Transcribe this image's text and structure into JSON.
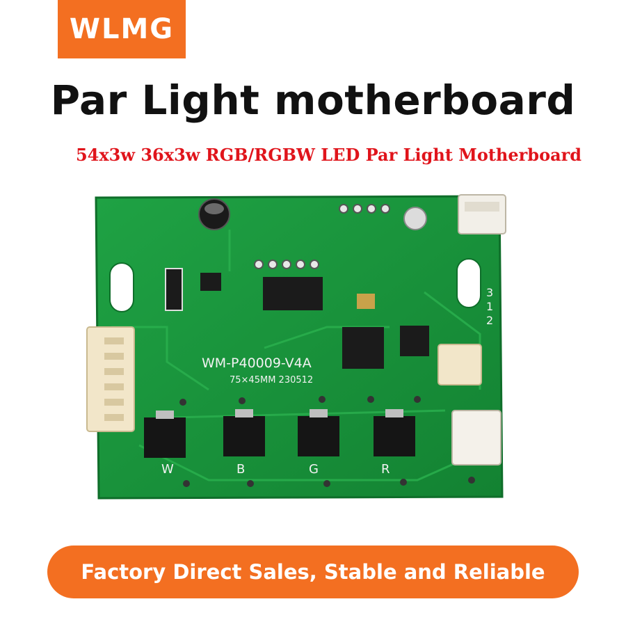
{
  "brand": {
    "name": "WLMG"
  },
  "header": {
    "title": "Par Light motherboard",
    "subtitle": "54x3w 36x3w RGB/RGBW LED Par Light Motherboard"
  },
  "board": {
    "model": "WM-P40009-V4A",
    "size_date": "75×45MM 230512",
    "channel_labels": [
      "W",
      "B",
      "G",
      "R"
    ],
    "pin_labels": [
      "3",
      "1",
      "2"
    ],
    "colors": {
      "pcb": "#19923a",
      "pcb_dark": "#0f6e2a",
      "connector": "#f2e6c9"
    }
  },
  "footer": {
    "tagline": "Factory Direct Sales, Stable and Reliable"
  },
  "colors": {
    "accent": "#f36f21",
    "subtitle": "#e0141b"
  }
}
